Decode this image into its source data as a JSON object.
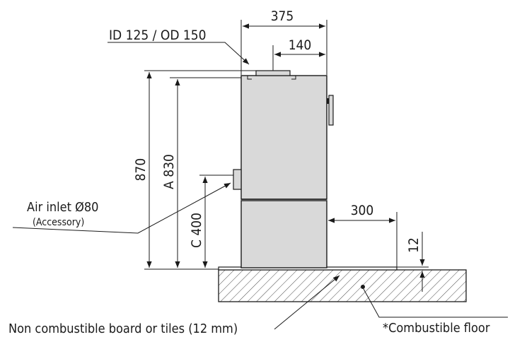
{
  "colors": {
    "stove_fill": "#d9d9d9",
    "stove_stroke": "#1a1a1a",
    "hatch": "#1a1a1a",
    "line": "#1a1a1a"
  },
  "dimensions": {
    "width": "375",
    "flue_offset": "140",
    "total_height": "870",
    "height_a": "A 830",
    "height_c": "C 400",
    "clearance_back": "300",
    "board_thickness": "12"
  },
  "labels": {
    "flue": "ID 125 / OD 150",
    "air_inlet": "Air inlet Ø80",
    "air_inlet_note": "(Accessory)",
    "board": "Non combustible board or tiles (12 mm)",
    "floor": "*Combustible floor"
  }
}
